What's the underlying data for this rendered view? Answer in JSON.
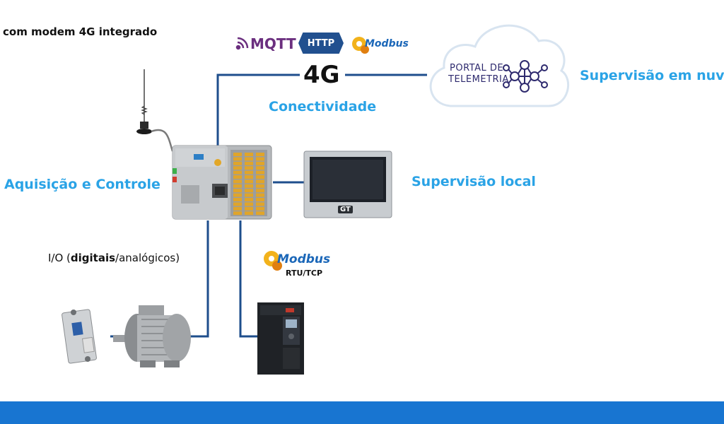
{
  "texts": {
    "modem_caption": "com modem 4G integrado",
    "acquisition": "Aquisição e Controle",
    "connectivity": "Conectividade",
    "four_g": "4G",
    "local_supervision": "Supervisão local",
    "cloud_supervision": "Supervisão em nuve",
    "io_prefix": "I/O (",
    "io_bold": "digitais",
    "io_suffix": "/analógicos)"
  },
  "protocols": {
    "mqtt": "MQTT",
    "http": "HTTP",
    "modbus": "Modbus"
  },
  "portal": {
    "line1": "PORTAL DE",
    "line2": "TELEMETRIA"
  },
  "fieldbus": {
    "name": "Modbus",
    "subtitle": "RTU/TCP"
  },
  "hmi_brand": "GT",
  "colors": {
    "text_blue": "#2aa3e6",
    "link_line": "#1e4e8c",
    "bottom_bar": "#1875d1",
    "mqtt_purple": "#6b2f7f",
    "http_navy": "#21508f"
  }
}
